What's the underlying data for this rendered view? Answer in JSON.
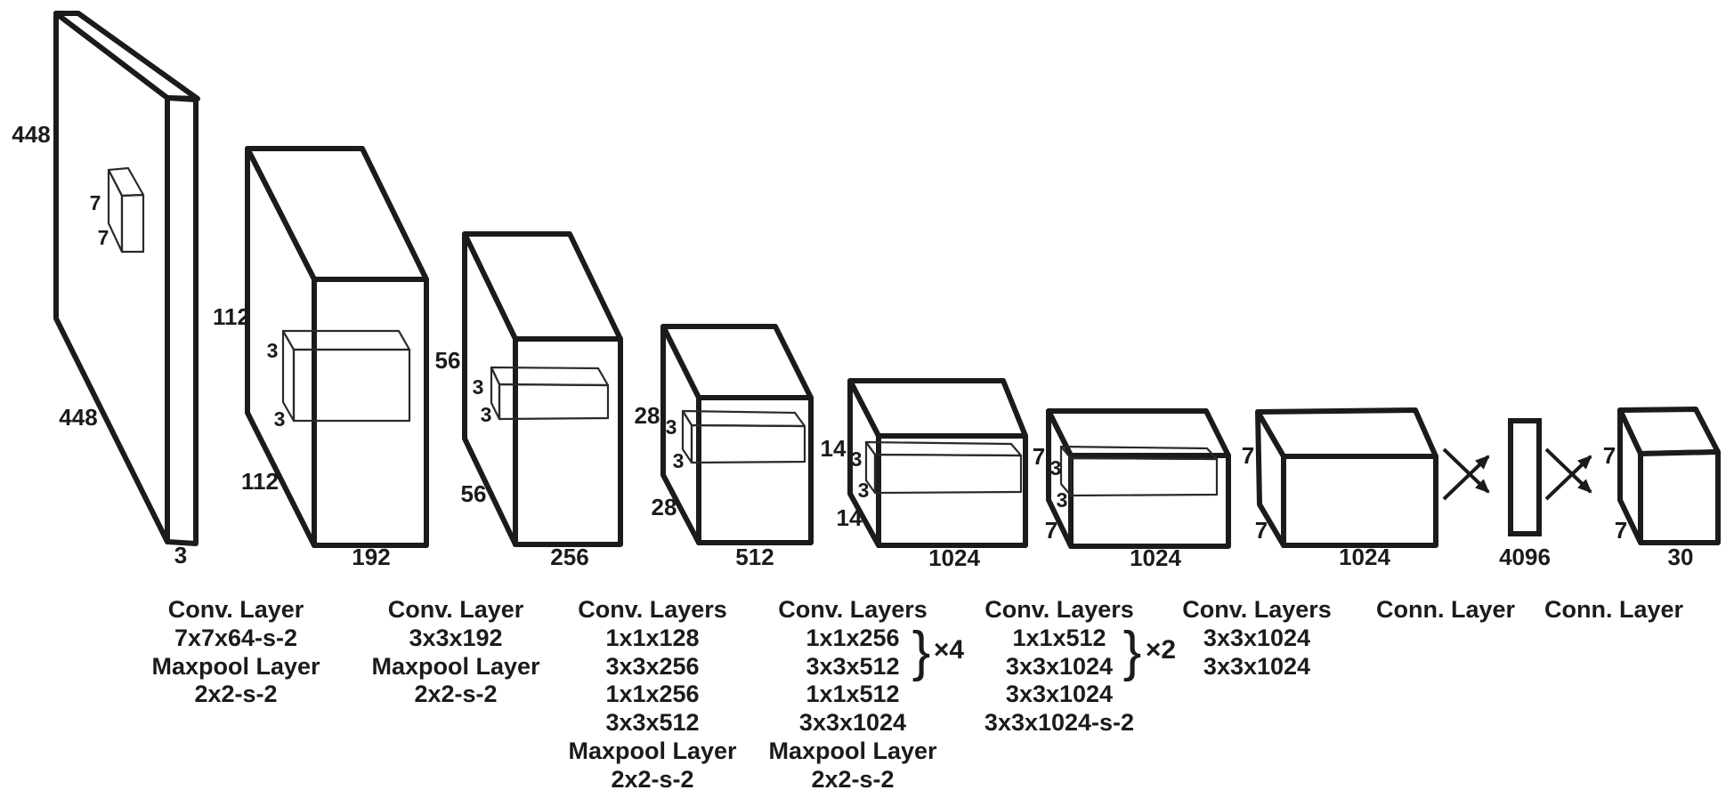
{
  "input": {
    "h": "448",
    "w": "448",
    "d": "3",
    "kh": "7",
    "kw": "7"
  },
  "b2": {
    "h": "112",
    "w": "112",
    "d": "192",
    "kh": "3",
    "kw": "3"
  },
  "b3": {
    "h": "56",
    "w": "56",
    "d": "256",
    "kh": "3",
    "kw": "3"
  },
  "b4": {
    "h": "28",
    "w": "28",
    "d": "512",
    "kh": "3",
    "kw": "3"
  },
  "b5": {
    "h": "14",
    "w": "14",
    "d": "1024",
    "kh": "3",
    "kw": "3"
  },
  "b6": {
    "h": "7",
    "w": "7",
    "d": "1024",
    "kh": "3",
    "kw": "3"
  },
  "b7": {
    "h": "7",
    "w": "7",
    "d": "1024"
  },
  "fc": {
    "d": "4096"
  },
  "out": {
    "h": "7",
    "w": "7",
    "d": "30"
  },
  "reps": {
    "brace": "}",
    "x4": "×4",
    "x2": "×2"
  },
  "cols": [
    {
      "title": "Conv. Layer",
      "lines": [
        "7x7x64-s-2",
        "Maxpool Layer",
        "2x2-s-2"
      ]
    },
    {
      "title": "Conv. Layer",
      "lines": [
        "3x3x192",
        "Maxpool Layer",
        "2x2-s-2"
      ]
    },
    {
      "title": "Conv. Layers",
      "lines": [
        "1x1x128",
        "3x3x256",
        "1x1x256",
        "3x3x512",
        "Maxpool Layer",
        "2x2-s-2"
      ]
    },
    {
      "title": "Conv. Layers",
      "lines": [
        "1x1x256",
        "3x3x512",
        "1x1x512",
        "3x3x1024",
        "Maxpool Layer",
        "2x2-s-2"
      ]
    },
    {
      "title": "Conv. Layers",
      "lines": [
        "1x1x512",
        "3x3x1024",
        "3x3x1024",
        "3x3x1024-s-2"
      ]
    },
    {
      "title": "Conv. Layers",
      "lines": [
        "3x3x1024",
        "3x3x1024"
      ]
    },
    {
      "title": "Conn. Layer",
      "lines": []
    },
    {
      "title": "Conn. Layer",
      "lines": []
    }
  ]
}
